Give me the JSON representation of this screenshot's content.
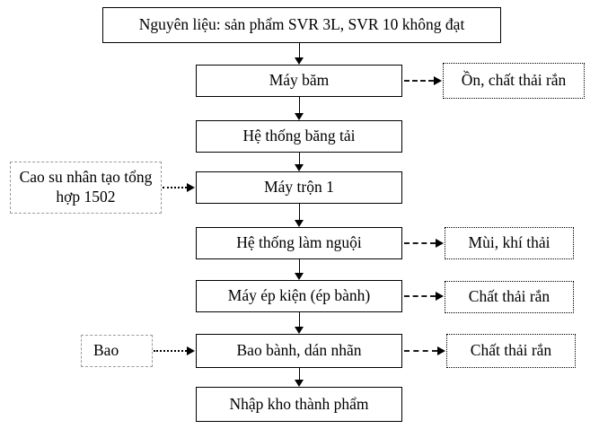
{
  "diagram": {
    "type": "process-flowchart",
    "language": "vi",
    "colors": {
      "background": "#ffffff",
      "node_border": "#000000",
      "waste_border": "#000000",
      "input_border": "#9a9a9a",
      "text": "#000000"
    },
    "nodes": [
      {
        "label": "Nguyên liệu: sản phẩm SVR 3L, SVR 10 không đạt"
      },
      {
        "label": "Máy băm"
      },
      {
        "label": "Hệ thống băng tải"
      },
      {
        "label": "Máy trộn 1"
      },
      {
        "label": "Hệ thống làm nguội"
      },
      {
        "label": "Máy ép kiện (ép bành)"
      },
      {
        "label": "Bao bành, dán nhãn"
      },
      {
        "label": "Nhập kho thành phẩm"
      }
    ],
    "waste_outputs": [
      {
        "label": "Ồn, chất thải rắn",
        "from": "Máy băm",
        "arrow_style": "dashed"
      },
      {
        "label": "Mùi, khí thải",
        "from": "Hệ thống làm nguội",
        "arrow_style": "dashed"
      },
      {
        "label": "Chất thải rắn",
        "from": "Máy ép kiện (ép bành)",
        "arrow_style": "dashed"
      },
      {
        "label": "Chất thải rắn",
        "from": "Bao bành, dán nhãn",
        "arrow_style": "dashed"
      }
    ],
    "inputs": [
      {
        "label": "Cao su nhân tạo tổng hợp 1502",
        "to": "Máy trộn 1",
        "arrow_style": "dotted"
      },
      {
        "label": "Bao",
        "to": "Bao bành, dán nhãn",
        "arrow_style": "dotted"
      }
    ]
  }
}
